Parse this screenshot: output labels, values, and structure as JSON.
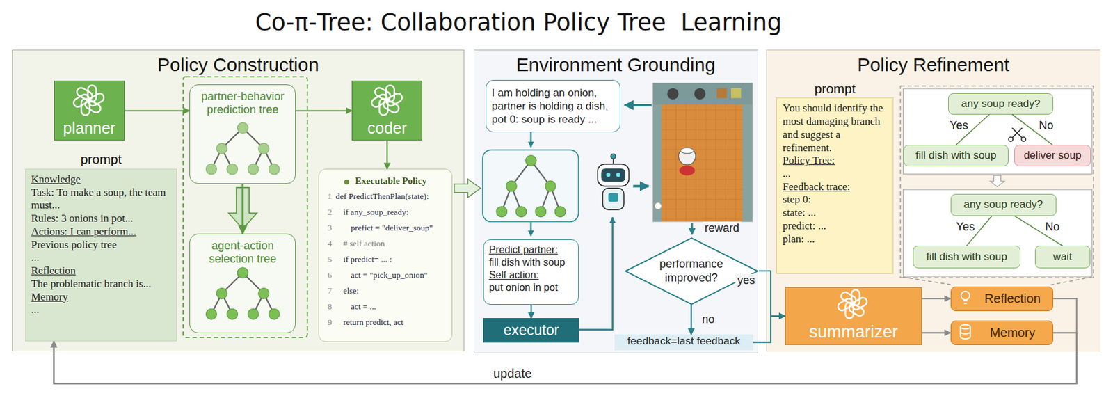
{
  "diagram": {
    "title": "Co-π-Tree: Collaboration Policy Tree  Learning",
    "nodes": [
      {
        "text": [
          "Policy Construction"
        ]
      },
      {
        "text": [
          "planner"
        ],
        "in": 0
      },
      {
        "text": [
          "prompt",
          "Knowledge",
          "Task: To make a soup, the team must...",
          "Rules: 3 onions in pot...",
          "Actions: I can perform...",
          "Previous policy tree",
          "...",
          "Reflection",
          "The problematic branch is...",
          "Memory",
          "..."
        ],
        "in": 0
      },
      {
        "text": [
          "partner-behavior prediction tree"
        ],
        "in": 0
      },
      {
        "text": [
          "agent-action selection tree"
        ],
        "in": 0
      },
      {
        "text": [
          "coder"
        ],
        "in": 0
      },
      {
        "text": [
          "Executable Policy",
          "1",
          "def PredictThenPlan(state):",
          "2",
          "if any_soup_ready:",
          "3",
          "prefict = \"deliver_soup\"",
          "4",
          "# self action",
          "5",
          "if predict= ... :",
          "6",
          "act = \"pick_up_onion\"",
          "7",
          "else:",
          "8",
          "act = ...",
          "9",
          "return predict, act"
        ],
        "in": 0
      },
      {
        "text": [
          "Environment Grounding"
        ]
      },
      {
        "text": [
          "I am holding an onion, partner is holding a dish, pot 0: soup is ready ..."
        ],
        "in": 7
      },
      {
        "text": [
          "Predict partner:",
          "fill dish with soup",
          "Self action:",
          "put onion in pot"
        ],
        "in": 7
      },
      {
        "text": [
          "executor"
        ],
        "in": 7
      },
      {
        "text": [
          "performance improved?"
        ],
        "in": 7
      },
      {
        "text": [
          "feedback=last feedback"
        ],
        "in": 7
      },
      {
        "text": [
          "Policy Refinement"
        ]
      },
      {
        "text": [
          "prompt",
          "You should identify the most damaging branch and suggest a refinement.",
          "Policy Tree:",
          "...",
          "Feedback trace:",
          "step 0:",
          "state: ...",
          "predict: ...",
          "plan: ..."
        ],
        "in": 13
      },
      {
        "text": [
          "any soup ready?"
        ],
        "in": 13
      },
      {
        "text": [
          "fill dish with soup"
        ],
        "in": 13
      },
      {
        "text": [
          "deliver soup"
        ],
        "in": 13
      },
      {
        "text": [
          "any soup ready?"
        ],
        "in": 13
      },
      {
        "text": [
          "fill dish with soup"
        ],
        "in": 13
      },
      {
        "text": [
          "wait"
        ],
        "in": 13
      },
      {
        "text": [
          "summarizer"
        ],
        "in": 13
      },
      {
        "text": [
          "Reflection"
        ],
        "in": 13
      },
      {
        "text": [
          "Memory"
        ],
        "in": 13
      }
    ],
    "edges": [
      {
        "from": 1,
        "to": 3,
        "arrow": "to"
      },
      {
        "from": 3,
        "to": 5,
        "arrow": "to"
      },
      {
        "from": 3,
        "to": 4,
        "arrow": "to"
      },
      {
        "from": 5,
        "to": 6,
        "arrow": "to"
      },
      {
        "from": 11,
        "to": 12,
        "arrow": "to",
        "label": "no"
      },
      {
        "from": 11,
        "to": 21,
        "arrow": "to",
        "label": "yes"
      },
      {
        "from": 12,
        "to": 21,
        "arrow": "to"
      },
      {
        "from": 15,
        "to": 16,
        "arrow": "none",
        "label": "Yes"
      },
      {
        "from": 15,
        "to": 17,
        "arrow": "none",
        "label": "No"
      },
      {
        "from": 18,
        "to": 19,
        "arrow": "none",
        "label": "Yes"
      },
      {
        "from": 18,
        "to": 20,
        "arrow": "none",
        "label": "No"
      },
      {
        "from": 21,
        "to": 22,
        "arrow": "to"
      },
      {
        "from": 21,
        "to": 23,
        "arrow": "to"
      },
      {
        "from": 22,
        "to": 2,
        "arrow": "to",
        "label": "update"
      },
      {
        "from": 23,
        "to": 2,
        "arrow": "to"
      },
      {
        "from": 9,
        "to": 10,
        "arrow": "to"
      }
    ],
    "labels": [
      "reward"
    ]
  }
}
